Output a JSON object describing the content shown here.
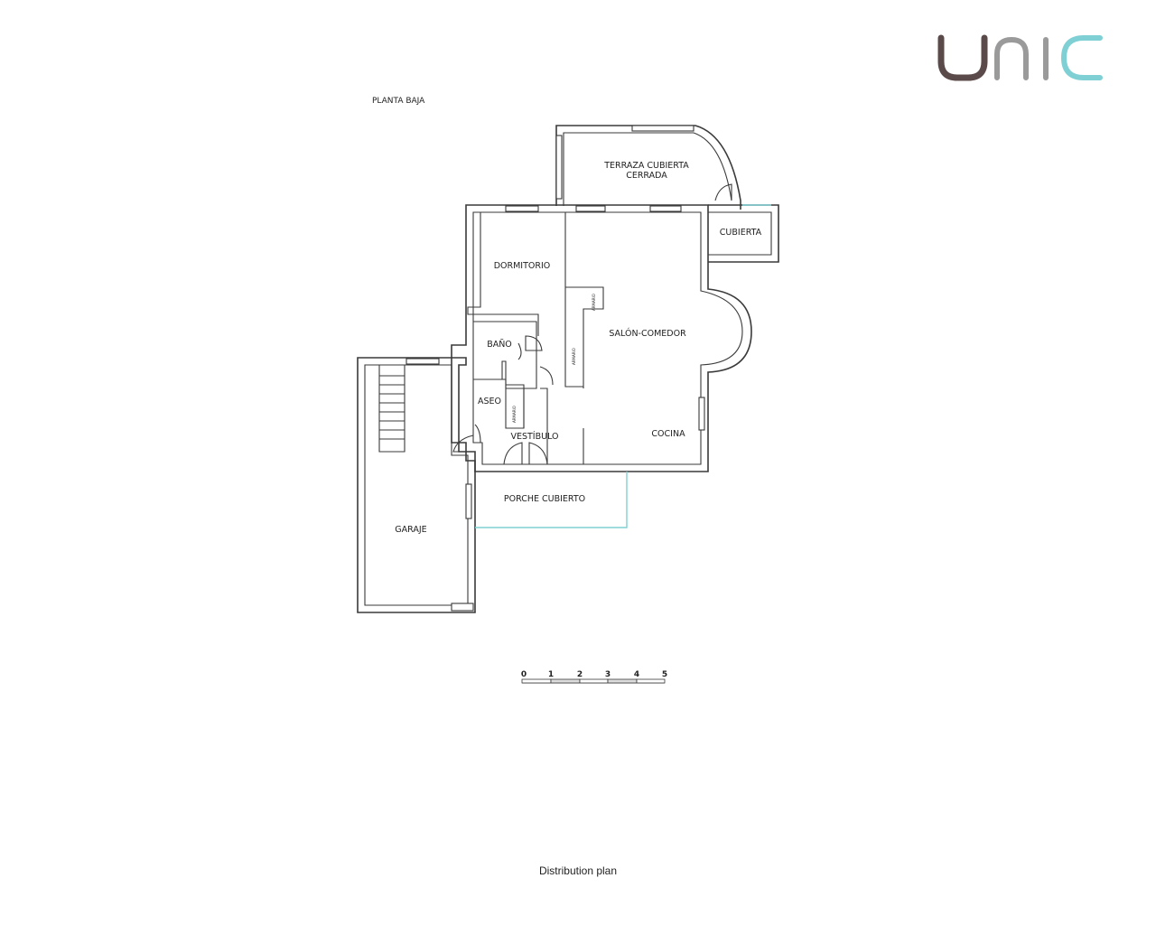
{
  "brand": {
    "logo_text": "unic",
    "colors": {
      "dark": "#5b4a4a",
      "accent": "#7fd0d4"
    }
  },
  "floor_label": "PLANTA BAJA",
  "rooms": {
    "terraza": [
      "TERRAZA CUBIERTA",
      "CERRADA"
    ],
    "cubierta": "CUBIERTA",
    "dormitorio": "DORMITORIO",
    "salon": "SALÓN-COMEDOR",
    "bano": "BAÑO",
    "armario1": "ARMARIO",
    "armario2": "ARMARIO",
    "armario3": "ARMARIO",
    "aseo": "ASEO",
    "vestibulo": "VESTÍBULO",
    "cocina": "COCINA",
    "porche": "PORCHE CUBIERTO",
    "garaje": "GARAJE"
  },
  "scale_bar": {
    "ticks": [
      "0",
      "1",
      "2",
      "3",
      "4",
      "5"
    ]
  },
  "caption": "Distribution plan"
}
